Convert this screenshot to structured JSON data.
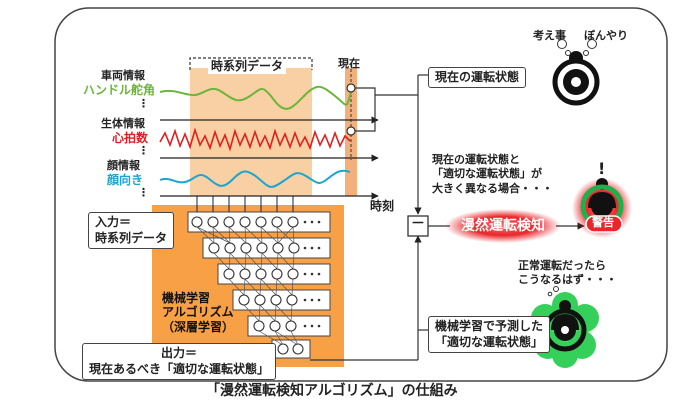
{
  "title_bracket": "時系列データ",
  "now_label": "現在",
  "signals": [
    {
      "category": "車両情報",
      "name": "ハンドル舵角",
      "color": "#6bb53a"
    },
    {
      "category": "生体情報",
      "name": "心拍数",
      "color": "#e02020"
    },
    {
      "category": "顔情報",
      "name": "顔向き",
      "color": "#1aa6cf"
    }
  ],
  "ellipsis_vertical": "⋮",
  "time_axis_label": "時刻",
  "input_label": [
    "入力＝",
    "時系列データ"
  ],
  "ml_label": [
    "機械学習",
    "アルゴリズム",
    "（深層学習）"
  ],
  "output_label": [
    "出力＝",
    "現在あるべき「適切な運転状態」"
  ],
  "current_state_box": "現在の運転状態",
  "comparison_text": [
    "現在の運転状態と",
    "「適切な運転状態」が",
    "大きく異なる場合・・・"
  ],
  "minus_symbol": "－",
  "detection_label": "漫然運転検知",
  "warning_label": "警告",
  "exclamation": "!",
  "thought_labels": [
    "考え事",
    "ぼんやり"
  ],
  "normal_thought": [
    "正常運転だったら",
    "こうなるはず・・・"
  ],
  "predicted_box": [
    "機械学習で予測した",
    "「適切な運転状態」"
  ],
  "caption": "「漫然運転検知アルゴリズム」の仕組み",
  "colors": {
    "orange": "#f7a046",
    "band": "#f9cfa4",
    "now_band": "#f3b07c",
    "red_glow": "#e8262b",
    "green": "#20b04b",
    "green_glow": "#35d05a"
  }
}
